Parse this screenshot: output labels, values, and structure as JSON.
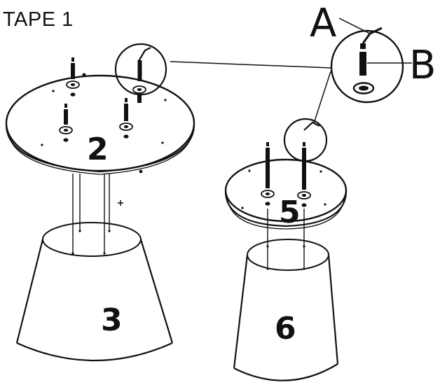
{
  "step": {
    "title": "TAPE 1"
  },
  "parts": {
    "large_top": "2",
    "large_base": "3",
    "small_top": "5",
    "small_base": "6"
  },
  "callouts": {
    "a": "A",
    "b": "B"
  },
  "colors": {
    "ink": "#111111",
    "paper": "#ffffff"
  }
}
